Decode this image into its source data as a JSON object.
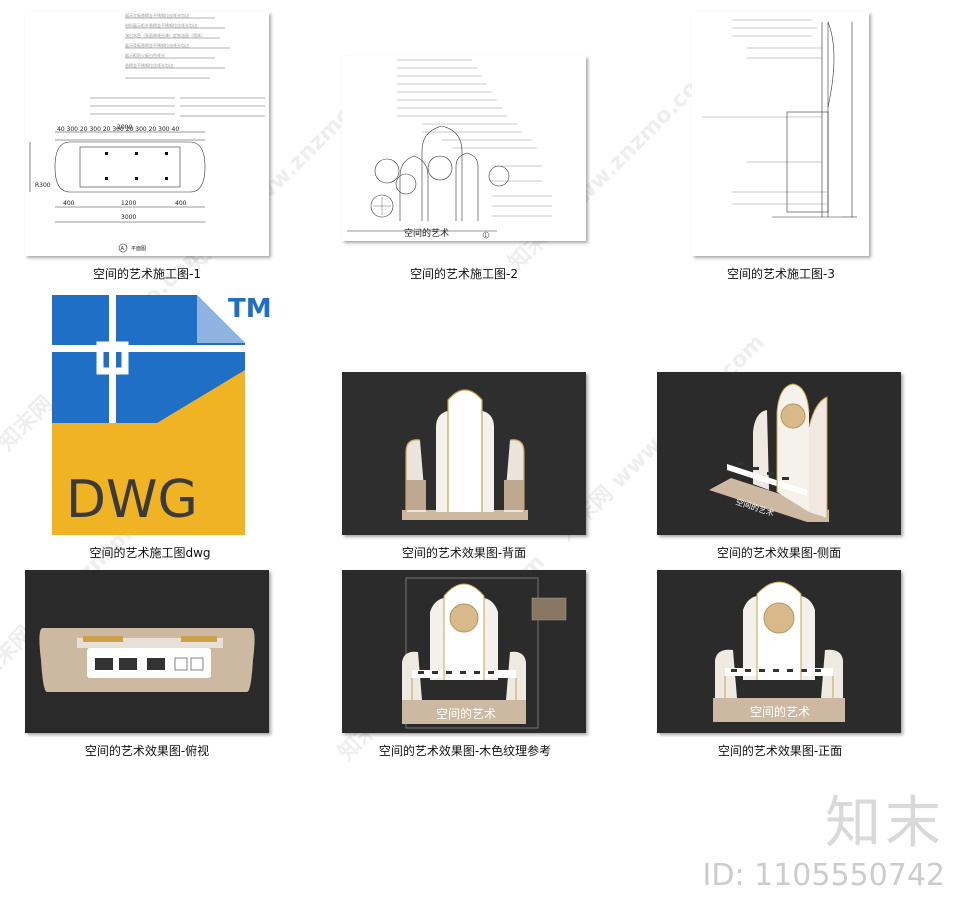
{
  "items": [
    {
      "caption": "空间的艺术施工图-1",
      "type": "drawing"
    },
    {
      "caption": "空间的艺术施工图-2",
      "type": "drawing"
    },
    {
      "caption": "空间的艺术施工图-3",
      "type": "drawing"
    },
    {
      "caption": "空间的艺术施工图dwg",
      "type": "file-icon"
    },
    {
      "caption": "空间的艺术效果图-背面",
      "type": "render"
    },
    {
      "caption": "空间的艺术效果图-侧面",
      "type": "render"
    },
    {
      "caption": "空间的艺术效果图-俯视",
      "type": "render"
    },
    {
      "caption": "空间的艺术效果图-木色纹理参考",
      "type": "render"
    },
    {
      "caption": "空间的艺术效果图-正面",
      "type": "render"
    }
  ],
  "drawing_texts": {
    "dims_top": "40 300 20 300 20 300 20 300 20 300 40",
    "dim_2000": "2000",
    "dim_400a": "400",
    "dim_1200": "1200",
    "dim_400b": "400",
    "dim_3000": "3000",
    "r300": "R300",
    "plan_title": "平面图",
    "plan_mark": "A",
    "elev_title": "空间的艺术",
    "section_mark": "1"
  },
  "dwg_icon": {
    "label": "DWG",
    "tm": "TM"
  },
  "render_texts": {
    "brand_on_model": "空间的艺术"
  },
  "watermark": {
    "site": "知末网 www.znzmo.com"
  },
  "brand": {
    "logo_text": "知末",
    "id_text": "ID: 1105550742"
  },
  "colors": {
    "dwg_blue": "#1f6fc6",
    "dwg_yellow": "#f0b323",
    "dwg_fold": "#8fb3e0",
    "render_bg": "#2b2b2b",
    "wood": "#cdb9a1",
    "gold": "#c9a24b"
  }
}
